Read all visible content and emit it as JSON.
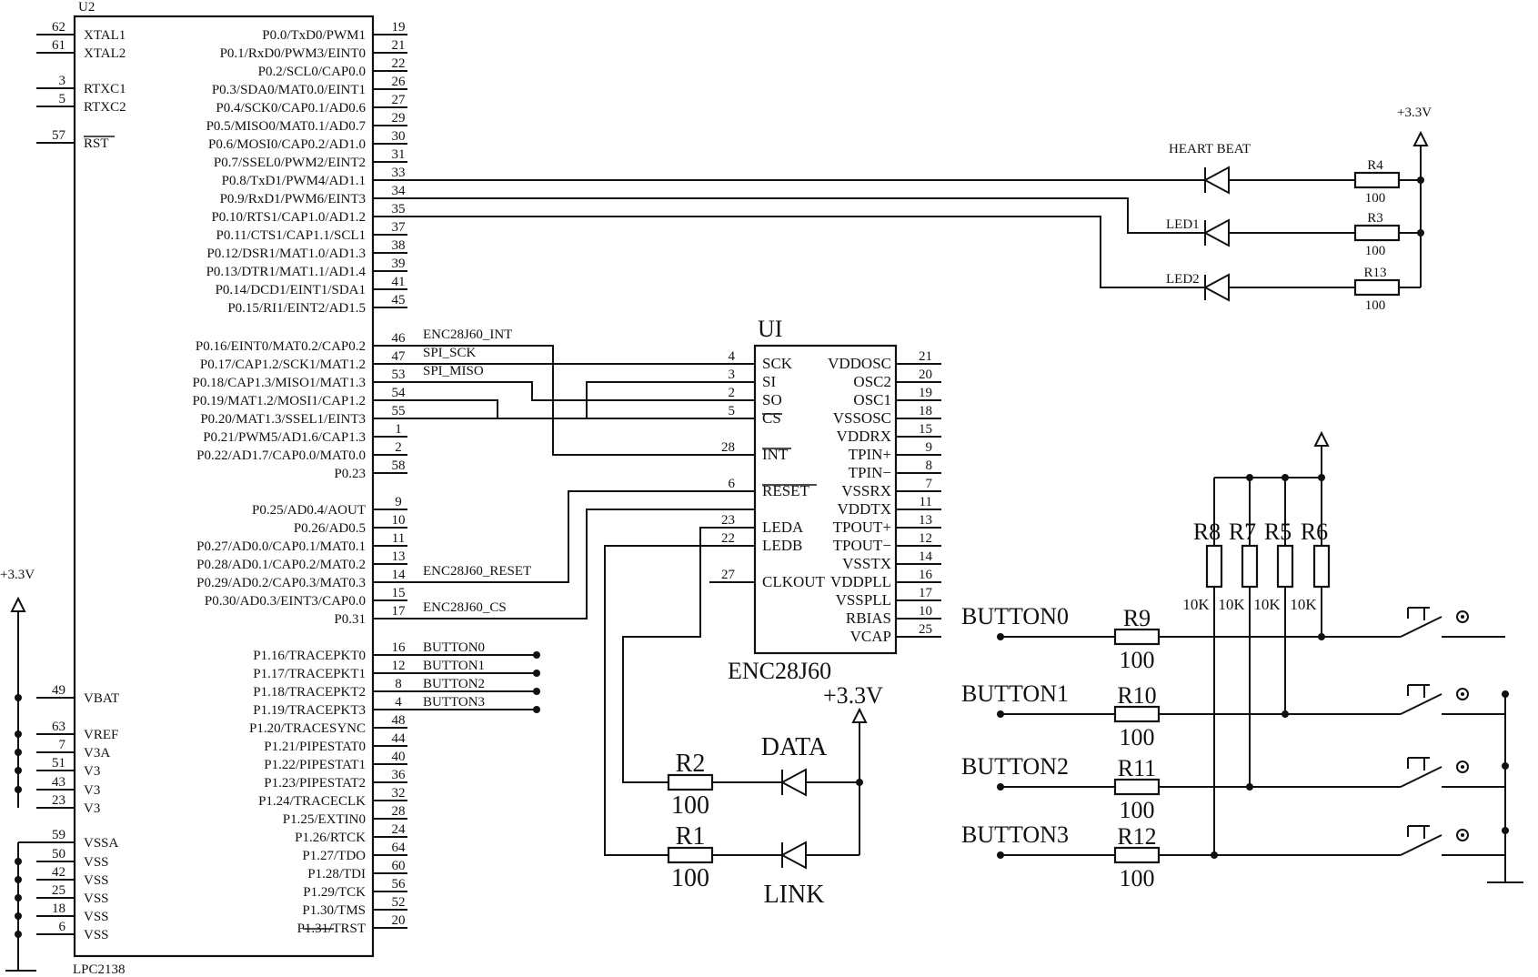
{
  "u2": {
    "ref": "U2",
    "part": "LPC2138",
    "left_pins": [
      {
        "num": "62",
        "name": "XTAL1"
      },
      {
        "num": "61",
        "name": "XTAL2"
      },
      {
        "num": "3",
        "name": "RTXC1"
      },
      {
        "num": "5",
        "name": "RTXC2"
      },
      {
        "num": "57",
        "name": "RST"
      },
      {
        "num": "49",
        "name": "VBAT"
      },
      {
        "num": "63",
        "name": "VREF"
      },
      {
        "num": "7",
        "name": "V3A"
      },
      {
        "num": "51",
        "name": "V3"
      },
      {
        "num": "43",
        "name": "V3"
      },
      {
        "num": "23",
        "name": "V3"
      },
      {
        "num": "59",
        "name": "VSSA"
      },
      {
        "num": "50",
        "name": "VSS"
      },
      {
        "num": "42",
        "name": "VSS"
      },
      {
        "num": "25",
        "name": "VSS"
      },
      {
        "num": "18",
        "name": "VSS"
      },
      {
        "num": "6",
        "name": "VSS"
      }
    ],
    "right_pins": [
      {
        "num": "19",
        "name": "P0.0/TxD0/PWM1"
      },
      {
        "num": "21",
        "name": "P0.1/RxD0/PWM3/EINT0"
      },
      {
        "num": "22",
        "name": "P0.2/SCL0/CAP0.0"
      },
      {
        "num": "26",
        "name": "P0.3/SDA0/MAT0.0/EINT1"
      },
      {
        "num": "27",
        "name": "P0.4/SCK0/CAP0.1/AD0.6"
      },
      {
        "num": "29",
        "name": "P0.5/MISO0/MAT0.1/AD0.7"
      },
      {
        "num": "30",
        "name": "P0.6/MOSI0/CAP0.2/AD1.0"
      },
      {
        "num": "31",
        "name": "P0.7/SSEL0/PWM2/EINT2"
      },
      {
        "num": "33",
        "name": "P0.8/TxD1/PWM4/AD1.1"
      },
      {
        "num": "34",
        "name": "P0.9/RxD1/PWM6/EINT3"
      },
      {
        "num": "35",
        "name": "P0.10/RTS1/CAP1.0/AD1.2"
      },
      {
        "num": "37",
        "name": "P0.11/CTS1/CAP1.1/SCL1"
      },
      {
        "num": "38",
        "name": "P0.12/DSR1/MAT1.0/AD1.3"
      },
      {
        "num": "39",
        "name": "P0.13/DTR1/MAT1.1/AD1.4"
      },
      {
        "num": "41",
        "name": "P0.14/DCD1/EINT1/SDA1"
      },
      {
        "num": "45",
        "name": "P0.15/RI1/EINT2/AD1.5"
      },
      {
        "num": "46",
        "name": "P0.16/EINT0/MAT0.2/CAP0.2"
      },
      {
        "num": "47",
        "name": "P0.17/CAP1.2/SCK1/MAT1.2"
      },
      {
        "num": "53",
        "name": "P0.18/CAP1.3/MISO1/MAT1.3"
      },
      {
        "num": "54",
        "name": "P0.19/MAT1.2/MOSI1/CAP1.2"
      },
      {
        "num": "55",
        "name": "P0.20/MAT1.3/SSEL1/EINT3"
      },
      {
        "num": "1",
        "name": "P0.21/PWM5/AD1.6/CAP1.3"
      },
      {
        "num": "2",
        "name": "P0.22/AD1.7/CAP0.0/MAT0.0"
      },
      {
        "num": "58",
        "name": "P0.23"
      },
      {
        "num": "9",
        "name": "P0.25/AD0.4/AOUT"
      },
      {
        "num": "10",
        "name": "P0.26/AD0.5"
      },
      {
        "num": "11",
        "name": "P0.27/AD0.0/CAP0.1/MAT0.1"
      },
      {
        "num": "13",
        "name": "P0.28/AD0.1/CAP0.2/MAT0.2"
      },
      {
        "num": "14",
        "name": "P0.29/AD0.2/CAP0.3/MAT0.3"
      },
      {
        "num": "15",
        "name": "P0.30/AD0.3/EINT3/CAP0.0"
      },
      {
        "num": "17",
        "name": "P0.31"
      },
      {
        "num": "16",
        "name": "P1.16/TRACEPKT0"
      },
      {
        "num": "12",
        "name": "P1.17/TRACEPKT1"
      },
      {
        "num": "8",
        "name": "P1.18/TRACEPKT2"
      },
      {
        "num": "4",
        "name": "P1.19/TRACEPKT3"
      },
      {
        "num": "48",
        "name": "P1.20/TRACESYNC"
      },
      {
        "num": "44",
        "name": "P1.21/PIPESTAT0"
      },
      {
        "num": "40",
        "name": "P1.22/PIPESTAT1"
      },
      {
        "num": "36",
        "name": "P1.23/PIPESTAT2"
      },
      {
        "num": "32",
        "name": "P1.24/TRACECLK"
      },
      {
        "num": "28",
        "name": "P1.25/EXTIN0"
      },
      {
        "num": "24",
        "name": "P1.26/RTCK"
      },
      {
        "num": "64",
        "name": "P1.27/TDO"
      },
      {
        "num": "60",
        "name": "P1.28/TDI"
      },
      {
        "num": "56",
        "name": "P1.29/TCK"
      },
      {
        "num": "52",
        "name": "P1.30/TMS"
      },
      {
        "num": "20",
        "name": "P1.31/TRST"
      }
    ]
  },
  "u1": {
    "ref": "UI",
    "part": "ENC28J60",
    "left_pins": [
      {
        "num": "4",
        "name": "SCK"
      },
      {
        "num": "3",
        "name": "SI"
      },
      {
        "num": "2",
        "name": "SO"
      },
      {
        "num": "5",
        "name": "CS"
      },
      {
        "num": "28",
        "name": "INT"
      },
      {
        "num": "6",
        "name": "RESET"
      },
      {
        "num": "23",
        "name": "LEDA"
      },
      {
        "num": "22",
        "name": "LEDB"
      },
      {
        "num": "27",
        "name": "CLKOUT"
      }
    ],
    "right_pins": [
      {
        "num": "21",
        "name": "VDDOSC"
      },
      {
        "num": "20",
        "name": "OSC2"
      },
      {
        "num": "19",
        "name": "OSC1"
      },
      {
        "num": "18",
        "name": "VSSOSC"
      },
      {
        "num": "15",
        "name": "VDDRX"
      },
      {
        "num": "9",
        "name": "TPIN+"
      },
      {
        "num": "8",
        "name": "TPIN−"
      },
      {
        "num": "7",
        "name": "VSSRX"
      },
      {
        "num": "11",
        "name": "VDDTX"
      },
      {
        "num": "13",
        "name": "TPOUT+"
      },
      {
        "num": "12",
        "name": "TPOUT−"
      },
      {
        "num": "14",
        "name": "VSSTX"
      },
      {
        "num": "16",
        "name": "VDDPLL"
      },
      {
        "num": "17",
        "name": "VSSPLL"
      },
      {
        "num": "10",
        "name": "RBIAS"
      },
      {
        "num": "25",
        "name": "VCAP"
      }
    ]
  },
  "nets": {
    "enc_int": "ENC28J60_INT",
    "spi_sck": "SPI_SCK",
    "spi_miso": "SPI_MISO",
    "enc_reset": "ENC28J60_RESET",
    "enc_cs": "ENC28J60_CS",
    "button_nets": [
      "BUTTON0",
      "BUTTON1",
      "BUTTON2",
      "BUTTON3"
    ]
  },
  "power": {
    "v33_label": "+3.3V"
  },
  "leds_top": [
    {
      "label": "HEART BEAT",
      "res": "R4",
      "value": "100"
    },
    {
      "label": "LED1",
      "res": "R3",
      "value": "100"
    },
    {
      "label": "LED2",
      "res": "R13",
      "value": "100"
    }
  ],
  "leds_bottom": [
    {
      "label": "DATA",
      "res": "R2",
      "value": "100"
    },
    {
      "label": "LINK",
      "res": "R1",
      "value": "100"
    }
  ],
  "pullups": [
    {
      "ref": "R8",
      "value": "10K"
    },
    {
      "ref": "R7",
      "value": "10K"
    },
    {
      "ref": "R5",
      "value": "10K"
    },
    {
      "ref": "R6",
      "value": "10K"
    }
  ],
  "buttons": [
    {
      "label": "BUTTON0",
      "res": "R9",
      "value": "100"
    },
    {
      "label": "BUTTON1",
      "res": "R10",
      "value": "100"
    },
    {
      "label": "BUTTON2",
      "res": "R11",
      "value": "100"
    },
    {
      "label": "BUTTON3",
      "res": "R12",
      "value": "100"
    }
  ]
}
